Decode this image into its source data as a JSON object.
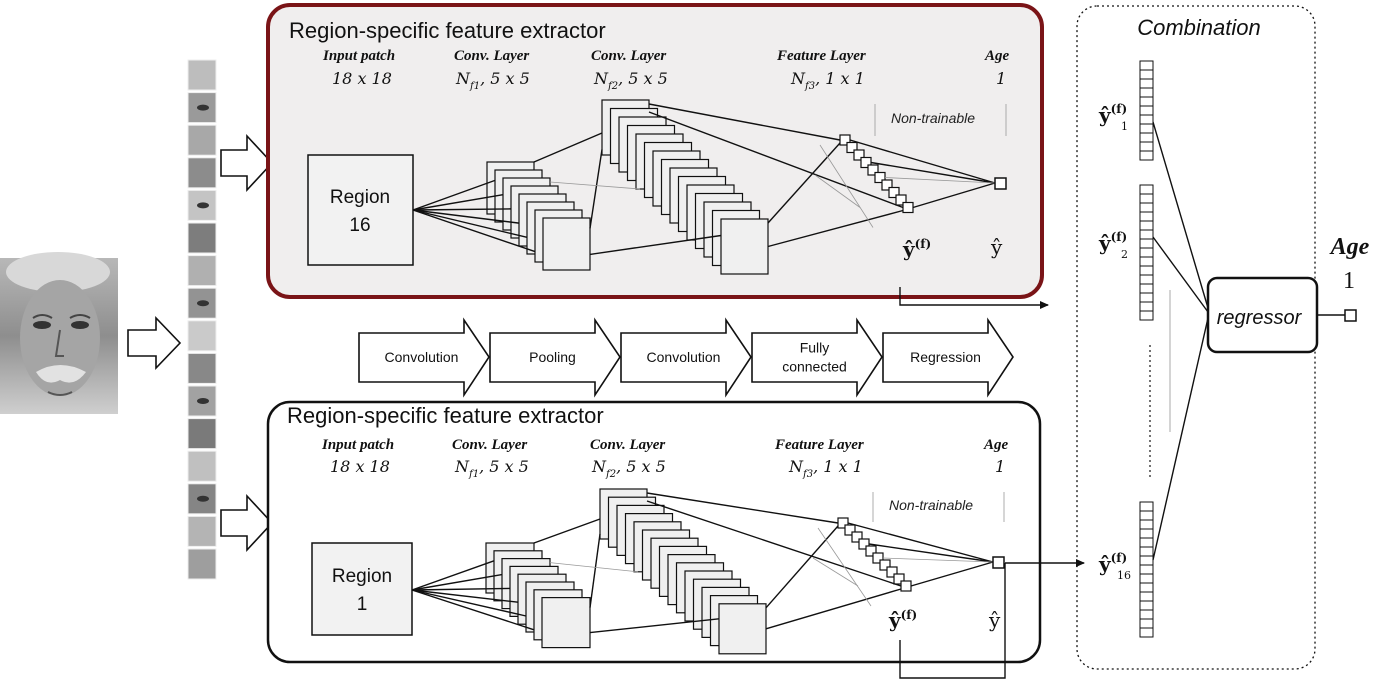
{
  "extractors": [
    {
      "id": "top",
      "title": "Region-specific feature extractor",
      "region_line1": "Region",
      "region_line2": "16",
      "y_hat_f_sup": "(f)",
      "y_hat": "ŷ"
    },
    {
      "id": "bottom",
      "title": "Region-specific feature extractor",
      "region_line1": "Region",
      "region_line2": "1",
      "y_hat_f_sup": "(f)",
      "y_hat": "ŷ"
    }
  ],
  "columns": {
    "input": {
      "head": "Input patch",
      "value": "18 x 18"
    },
    "conv1": {
      "head": "Conv. Layer",
      "n": "N",
      "sub": "f1",
      "value": ", 5 x 5"
    },
    "conv2": {
      "head": "Conv. Layer",
      "n": "N",
      "sub": "f2",
      "value": ", 5 x 5"
    },
    "feature": {
      "head": "Feature Layer",
      "n": "N",
      "sub": "f3",
      "value": ", 1 x 1"
    },
    "age": {
      "head": "Age",
      "value": "1"
    }
  },
  "non_trainable": "Non-trainable",
  "pipeline_steps": [
    "Convolution",
    "Pooling",
    "Convolution",
    "Fully connected",
    "Regression"
  ],
  "pipeline_step_lines": [
    [
      "Convolution"
    ],
    [
      "Pooling"
    ],
    [
      "Convolution"
    ],
    [
      "Fully",
      "connected"
    ],
    [
      "Regression"
    ]
  ],
  "combination": {
    "title": "Combination",
    "vectors": [
      {
        "y": "ŷ",
        "sup": "(f)",
        "sub": "1"
      },
      {
        "y": "ŷ",
        "sup": "(f)",
        "sub": "2"
      },
      {
        "y": "ŷ",
        "sup": "(f)",
        "sub": "16"
      }
    ],
    "regressor": "regressor",
    "output_head": "Age",
    "output_value": "1"
  },
  "colors": {
    "top_border": "#7a1417",
    "top_fill": "#f0eeee",
    "bottom_border": "#111111",
    "arrow_fill": "#ffffff",
    "box_fill": "#f2f2f2"
  }
}
